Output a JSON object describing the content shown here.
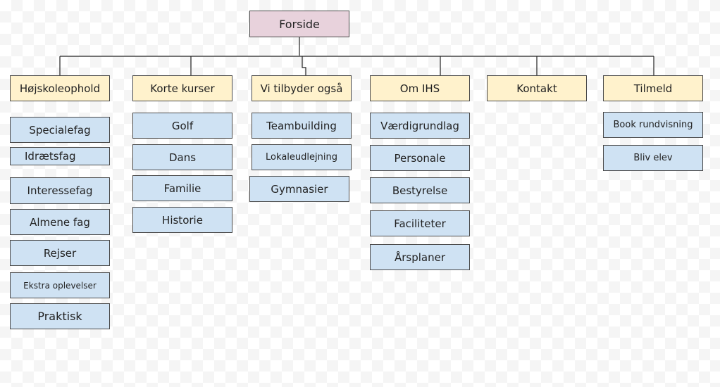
{
  "colors": {
    "root_fill": "#e8d2dc",
    "section_fill": "#fff2cc",
    "page_fill": "#cfe2f3",
    "line": "#222222"
  },
  "root": {
    "label": "Forside"
  },
  "sections": [
    {
      "label": "Højskoleophold",
      "pages": [
        "Specialefag",
        "Idrætsfag",
        "Interessefag",
        "Almene fag",
        "Rejser",
        "Ekstra oplevelser",
        "Praktisk"
      ]
    },
    {
      "label": "Korte kurser",
      "pages": [
        "Golf",
        "Dans",
        "Familie",
        "Historie"
      ]
    },
    {
      "label": "Vi tilbyder også",
      "pages": [
        "Teambuilding",
        "Lokaleudlejning",
        "Gymnasier"
      ]
    },
    {
      "label": "Om IHS",
      "pages": [
        "Værdigrundlag",
        "Personale",
        "Bestyrelse",
        "Faciliteter",
        "Årsplaner"
      ]
    },
    {
      "label": "Kontakt",
      "pages": []
    },
    {
      "label": "Tilmeld",
      "pages": [
        "Book rundvisning",
        "Bliv elev"
      ]
    }
  ]
}
